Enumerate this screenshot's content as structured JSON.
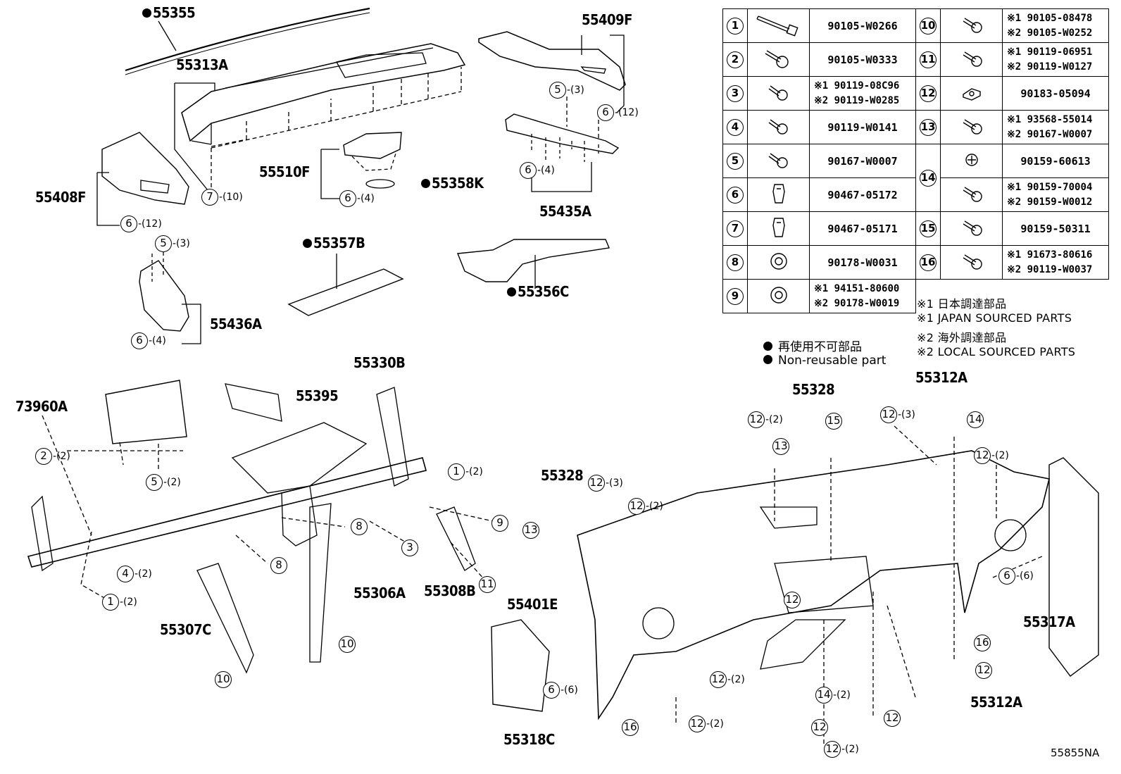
{
  "parts": {
    "p55355": "55355",
    "p55313A": "55313A",
    "p55409F": "55409F",
    "p55510F": "55510F",
    "p55358K": "55358K",
    "p55408F": "55408F",
    "p55435A": "55435A",
    "p55357B": "55357B",
    "p55356C": "55356C",
    "p55436A": "55436A",
    "p55330B": "55330B",
    "p73960A": "73960A",
    "p55395": "55395",
    "p55306A": "55306A",
    "p55308B": "55308B",
    "p55307C": "55307C",
    "p55328a": "55328",
    "p55328b": "55328",
    "p55312Aa": "55312A",
    "p55312Ab": "55312A",
    "p55401E": "55401E",
    "p55317A": "55317A",
    "p55318C": "55318C"
  },
  "callouts": {
    "c5a": {
      "num": "5",
      "qty": "-(3)"
    },
    "c6a": {
      "num": "6",
      "qty": "-(12)"
    },
    "c7a": {
      "num": "7",
      "qty": "-(10)"
    },
    "c6b": {
      "num": "6",
      "qty": "-(4)"
    },
    "c6c": {
      "num": "6",
      "qty": "-(12)"
    },
    "c6d": {
      "num": "6",
      "qty": "-(4)"
    },
    "c5b": {
      "num": "5",
      "qty": "-(3)"
    },
    "c6e": {
      "num": "6",
      "qty": "-(4)"
    },
    "c2a": {
      "num": "2",
      "qty": "-(2)"
    },
    "c5c": {
      "num": "5",
      "qty": "-(2)"
    },
    "c1a": {
      "num": "1",
      "qty": "-(2)"
    },
    "c9a": {
      "num": "9",
      "qty": ""
    },
    "c8a": {
      "num": "8",
      "qty": ""
    },
    "c3a": {
      "num": "3",
      "qty": ""
    },
    "c4a": {
      "num": "4",
      "qty": "-(2)"
    },
    "c8b": {
      "num": "8",
      "qty": ""
    },
    "c1b": {
      "num": "1",
      "qty": "-(2)"
    },
    "c11a": {
      "num": "11",
      "qty": ""
    },
    "c10a": {
      "num": "10",
      "qty": ""
    },
    "c10b": {
      "num": "10",
      "qty": ""
    },
    "c12a": {
      "num": "12",
      "qty": "-(2)"
    },
    "c15a": {
      "num": "15",
      "qty": ""
    },
    "c13a": {
      "num": "13",
      "qty": ""
    },
    "c12b": {
      "num": "12",
      "qty": "-(3)"
    },
    "c14a": {
      "num": "14",
      "qty": ""
    },
    "c12c": {
      "num": "12",
      "qty": "-(2)"
    },
    "c12d": {
      "num": "12",
      "qty": "-(3)"
    },
    "c12e": {
      "num": "12",
      "qty": "-(2)"
    },
    "c13b": {
      "num": "13",
      "qty": ""
    },
    "c12f": {
      "num": "12",
      "qty": ""
    },
    "c6f": {
      "num": "6",
      "qty": "-(6)"
    },
    "c16a": {
      "num": "16",
      "qty": ""
    },
    "c12g": {
      "num": "12",
      "qty": ""
    },
    "c12h": {
      "num": "12",
      "qty": "-(2)"
    },
    "c14b": {
      "num": "14",
      "qty": "-(2)"
    },
    "c6g": {
      "num": "6",
      "qty": "-(6)"
    },
    "c16b": {
      "num": "16",
      "qty": ""
    },
    "c12i": {
      "num": "12",
      "qty": "-(2)"
    },
    "c12j": {
      "num": "12",
      "qty": ""
    },
    "c12k": {
      "num": "12",
      "qty": ""
    },
    "c12l": {
      "num": "12",
      "qty": "-(2)"
    }
  },
  "table": {
    "r1": {
      "num": "1",
      "pn": "90105-W0266",
      "num2": "10",
      "pn2a": "※1 90105-08478",
      "pn2b": "※2 90105-W0252"
    },
    "r2": {
      "num": "2",
      "pn": "90105-W0333",
      "num2": "11",
      "pn2a": "※1 90119-06951",
      "pn2b": "※2 90119-W0127"
    },
    "r3": {
      "num": "3",
      "pna": "※1 90119-08C96",
      "pnb": "※2 90119-W0285",
      "num2": "12",
      "pn2": "90183-05094"
    },
    "r4": {
      "num": "4",
      "pn": "90119-W0141",
      "num2": "13",
      "pn2a": "※1 93568-55014",
      "pn2b": "※2 90167-W0007"
    },
    "r5": {
      "num": "5",
      "pn": "90167-W0007",
      "num2": "14",
      "pn2": "90159-60613"
    },
    "r6": {
      "num": "6",
      "pn": "90467-05172",
      "pn2a": "※1 90159-70004",
      "pn2b": "※2 90159-W0012"
    },
    "r7": {
      "num": "7",
      "pn": "90467-05171",
      "num2": "15",
      "pn2": "90159-50311"
    },
    "r8": {
      "num": "8",
      "pn": "90178-W0031",
      "num2": "16",
      "pn2a": "※1 91673-80616",
      "pn2b": "※2 90119-W0037"
    },
    "r9": {
      "num": "9",
      "pna": "※1 94151-80600",
      "pnb": "※2 90178-W0019"
    }
  },
  "notes": {
    "n1": "※1 日本調達部品",
    "n2": "※1 JAPAN SOURCED PARTS",
    "n3": "※2 海外調達部品",
    "n4": "※2 LOCAL SOURCED PARTS"
  },
  "legend": {
    "jp": "再使用不可部品",
    "en": "Non-reusable part"
  },
  "figure_ref": "55855NA"
}
